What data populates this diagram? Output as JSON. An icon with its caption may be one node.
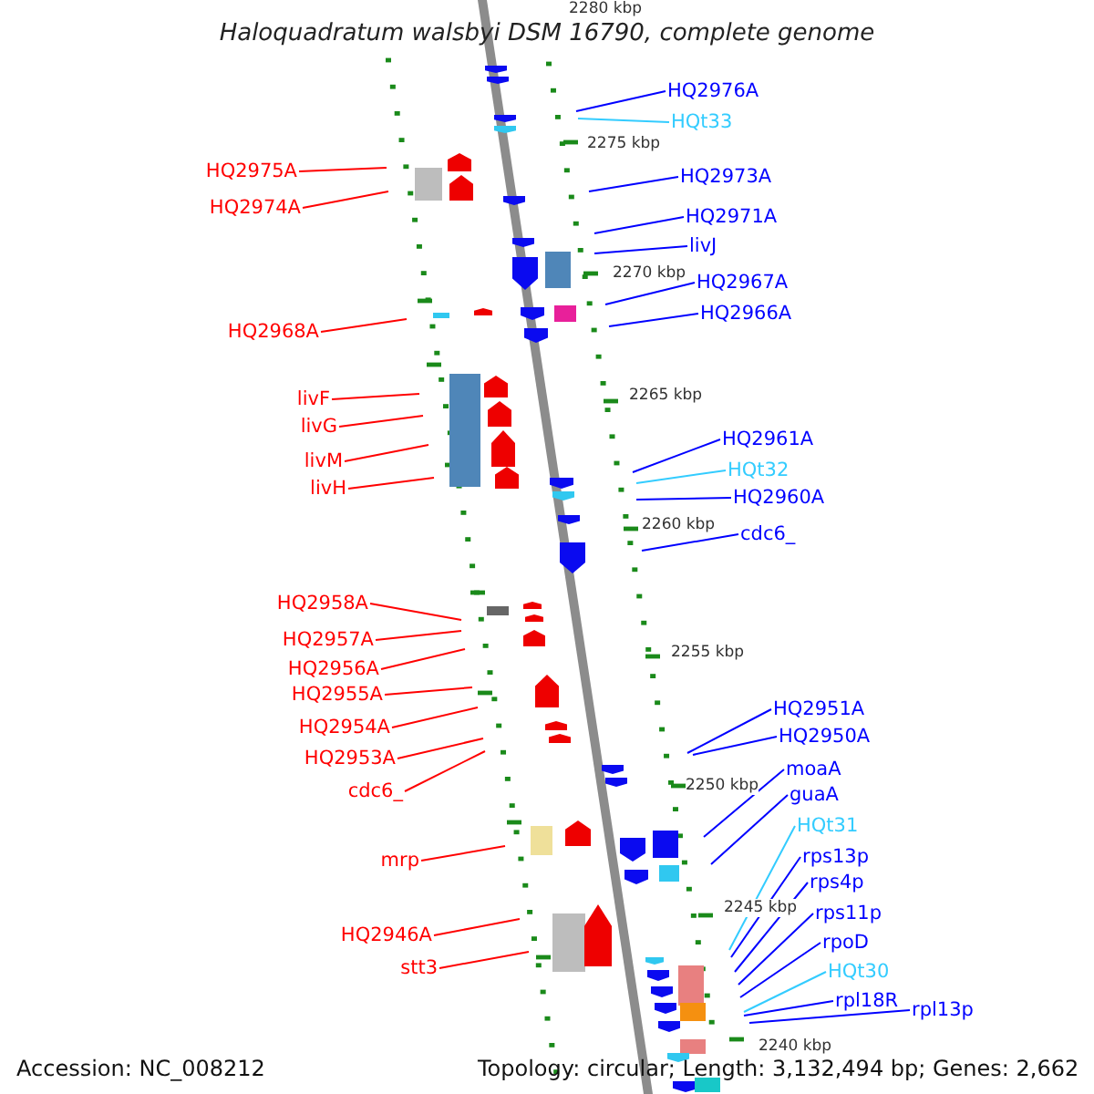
{
  "diagram": {
    "title": "Haloquadratum walsbyi DSM 16790, complete genome",
    "nodes": [
      {
        "text": [
          "HQ2975A"
        ]
      },
      {
        "text": [
          "HQ2974A"
        ]
      },
      {
        "text": [
          "HQ2968A"
        ]
      },
      {
        "text": [
          "livF"
        ]
      },
      {
        "text": [
          "livG"
        ]
      },
      {
        "text": [
          "livM"
        ]
      },
      {
        "text": [
          "livH"
        ]
      },
      {
        "text": [
          "HQ2958A"
        ]
      },
      {
        "text": [
          "HQ2957A"
        ]
      },
      {
        "text": [
          "HQ2956A"
        ]
      },
      {
        "text": [
          "HQ2955A"
        ]
      },
      {
        "text": [
          "HQ2954A"
        ]
      },
      {
        "text": [
          "HQ2953A"
        ]
      },
      {
        "text": [
          "cdc6_"
        ]
      },
      {
        "text": [
          "mrp"
        ]
      },
      {
        "text": [
          "HQ2946A"
        ]
      },
      {
        "text": [
          "stt3"
        ]
      },
      {
        "text": [
          "HQ2976A"
        ]
      },
      {
        "text": [
          "HQt33"
        ]
      },
      {
        "text": [
          "HQ2973A"
        ]
      },
      {
        "text": [
          "HQ2971A"
        ]
      },
      {
        "text": [
          "livJ"
        ]
      },
      {
        "text": [
          "HQ2967A"
        ]
      },
      {
        "text": [
          "HQ2966A"
        ]
      },
      {
        "text": [
          "HQ2961A"
        ]
      },
      {
        "text": [
          "HQt32"
        ]
      },
      {
        "text": [
          "HQ2960A"
        ]
      },
      {
        "text": [
          "cdc6_"
        ]
      },
      {
        "text": [
          "HQ2951A"
        ]
      },
      {
        "text": [
          "HQ2950A"
        ]
      },
      {
        "text": [
          "moaA"
        ]
      },
      {
        "text": [
          "guaA"
        ]
      },
      {
        "text": [
          "HQt31"
        ]
      },
      {
        "text": [
          "rps13p"
        ]
      },
      {
        "text": [
          "rps4p"
        ]
      },
      {
        "text": [
          "rps11p"
        ]
      },
      {
        "text": [
          "rpoD"
        ]
      },
      {
        "text": [
          "HQt30"
        ]
      },
      {
        "text": [
          "rpl18R"
        ]
      },
      {
        "text": [
          "rpl13p"
        ]
      }
    ],
    "edges": [
      {
        "from": 0,
        "to": null,
        "arrow": "none",
        "color": "#ff0000"
      },
      {
        "from": 1,
        "to": null,
        "arrow": "none",
        "color": "#ff0000"
      },
      {
        "from": 2,
        "to": null,
        "arrow": "none",
        "color": "#ff0000"
      },
      {
        "from": 3,
        "to": null,
        "arrow": "none",
        "color": "#ff0000"
      },
      {
        "from": 4,
        "to": null,
        "arrow": "none",
        "color": "#ff0000"
      },
      {
        "from": 5,
        "to": null,
        "arrow": "none",
        "color": "#ff0000"
      },
      {
        "from": 6,
        "to": null,
        "arrow": "none",
        "color": "#ff0000"
      },
      {
        "from": 7,
        "to": null,
        "arrow": "none",
        "color": "#ff0000"
      },
      {
        "from": 8,
        "to": null,
        "arrow": "none",
        "color": "#ff0000"
      },
      {
        "from": 9,
        "to": null,
        "arrow": "none",
        "color": "#ff0000"
      },
      {
        "from": 10,
        "to": null,
        "arrow": "none",
        "color": "#ff0000"
      },
      {
        "from": 11,
        "to": null,
        "arrow": "none",
        "color": "#ff0000"
      },
      {
        "from": 12,
        "to": null,
        "arrow": "none",
        "color": "#ff0000"
      },
      {
        "from": 13,
        "to": null,
        "arrow": "none",
        "color": "#ff0000"
      },
      {
        "from": 14,
        "to": null,
        "arrow": "none",
        "color": "#ff0000"
      },
      {
        "from": 15,
        "to": null,
        "arrow": "none",
        "color": "#ff0000"
      },
      {
        "from": 16,
        "to": null,
        "arrow": "none",
        "color": "#ff0000"
      },
      {
        "from": 17,
        "to": null,
        "arrow": "none",
        "color": "#0000ff"
      },
      {
        "from": 18,
        "to": null,
        "arrow": "none",
        "color": "#33ccff"
      },
      {
        "from": 19,
        "to": null,
        "arrow": "none",
        "color": "#0000ff"
      },
      {
        "from": 20,
        "to": null,
        "arrow": "none",
        "color": "#0000ff"
      },
      {
        "from": 21,
        "to": null,
        "arrow": "none",
        "color": "#0000ff"
      },
      {
        "from": 22,
        "to": null,
        "arrow": "none",
        "color": "#0000ff"
      },
      {
        "from": 23,
        "to": null,
        "arrow": "none",
        "color": "#0000ff"
      },
      {
        "from": 24,
        "to": null,
        "arrow": "none",
        "color": "#0000ff"
      },
      {
        "from": 25,
        "to": null,
        "arrow": "none",
        "color": "#33ccff"
      },
      {
        "from": 26,
        "to": null,
        "arrow": "none",
        "color": "#0000ff"
      },
      {
        "from": 27,
        "to": null,
        "arrow": "none",
        "color": "#0000ff"
      },
      {
        "from": 28,
        "to": null,
        "arrow": "none",
        "color": "#0000ff"
      },
      {
        "from": 29,
        "to": null,
        "arrow": "none",
        "color": "#0000ff"
      },
      {
        "from": 30,
        "to": null,
        "arrow": "none",
        "color": "#0000ff"
      },
      {
        "from": 31,
        "to": null,
        "arrow": "none",
        "color": "#0000ff"
      },
      {
        "from": 32,
        "to": null,
        "arrow": "none",
        "color": "#33ccff"
      },
      {
        "from": 33,
        "to": null,
        "arrow": "none",
        "color": "#0000ff"
      },
      {
        "from": 34,
        "to": null,
        "arrow": "none",
        "color": "#0000ff"
      },
      {
        "from": 35,
        "to": null,
        "arrow": "none",
        "color": "#0000ff"
      },
      {
        "from": 36,
        "to": null,
        "arrow": "none",
        "color": "#0000ff"
      },
      {
        "from": 37,
        "to": null,
        "arrow": "none",
        "color": "#33ccff"
      },
      {
        "from": 38,
        "to": null,
        "arrow": "none",
        "color": "#0000ff"
      },
      {
        "from": 39,
        "to": null,
        "arrow": "none",
        "color": "#0000ff"
      }
    ],
    "labels": [
      "2280 kbp",
      "2275 kbp",
      "2270 kbp",
      "2265 kbp",
      "2260 kbp",
      "2255 kbp",
      "2250 kbp",
      "2245 kbp",
      "2240 kbp",
      "Accession: NC_008212",
      "Topology: circular; Length: 3,132,494 bp; Genes: 2,662"
    ]
  }
}
